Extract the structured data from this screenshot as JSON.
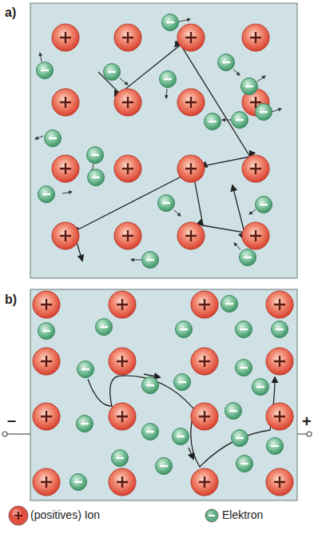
{
  "diagram": {
    "labels": [
      "a)",
      "b)",
      "–",
      "+"
    ],
    "legend": [
      {
        "text": "(positives) Ion",
        "color": "#e4503f"
      },
      {
        "text": "Elektron",
        "color": "#5fae84"
      }
    ]
  }
}
